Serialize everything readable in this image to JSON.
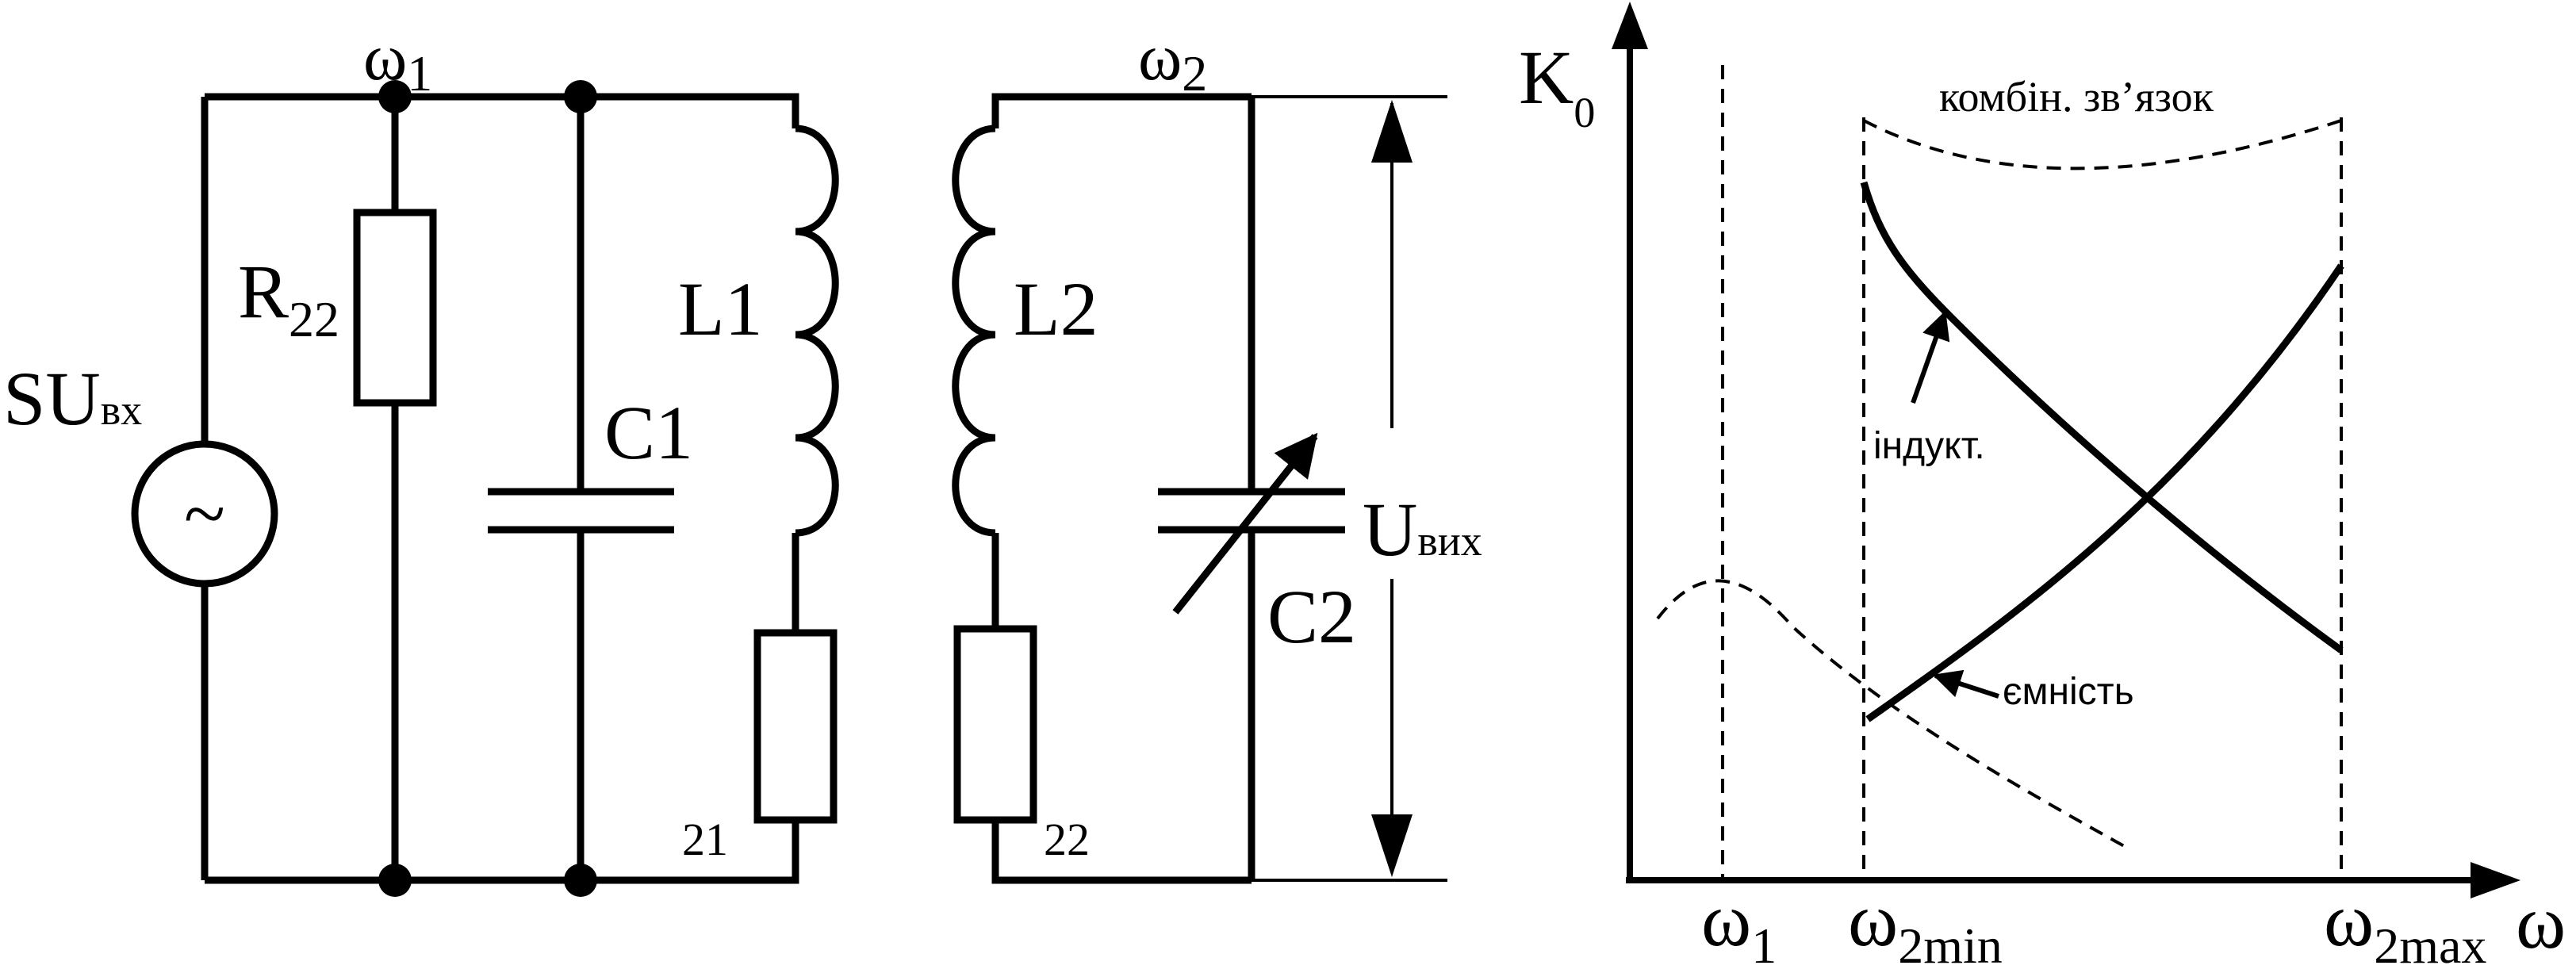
{
  "circuit": {
    "source_label": {
      "main": "SU",
      "sub": "вх"
    },
    "source_symbol": "~",
    "resistor_label": {
      "main": "R",
      "sub": "22"
    },
    "cap1_label": "C1",
    "coil1_label": "L1",
    "coil2_label": "L2",
    "cap2_label": "C2",
    "res21_label": "21",
    "res22_label": "22",
    "omega1_label": {
      "main": "ω",
      "sub": "1"
    },
    "omega2_label": {
      "main": "ω",
      "sub": "2"
    },
    "output_label": {
      "main": "U",
      "sub": "вих"
    }
  },
  "graph": {
    "y_axis": {
      "main": "K",
      "sub": "0"
    },
    "x_axis": "ω",
    "ticks": [
      {
        "main": "ω",
        "sub": "1"
      },
      {
        "main": "ω",
        "sub": "2min"
      },
      {
        "main": "ω",
        "sub": "2max"
      }
    ],
    "curves": {
      "combined": "комбін. зв’язок",
      "inductive": "індукт.",
      "capacitive": "ємність"
    }
  }
}
